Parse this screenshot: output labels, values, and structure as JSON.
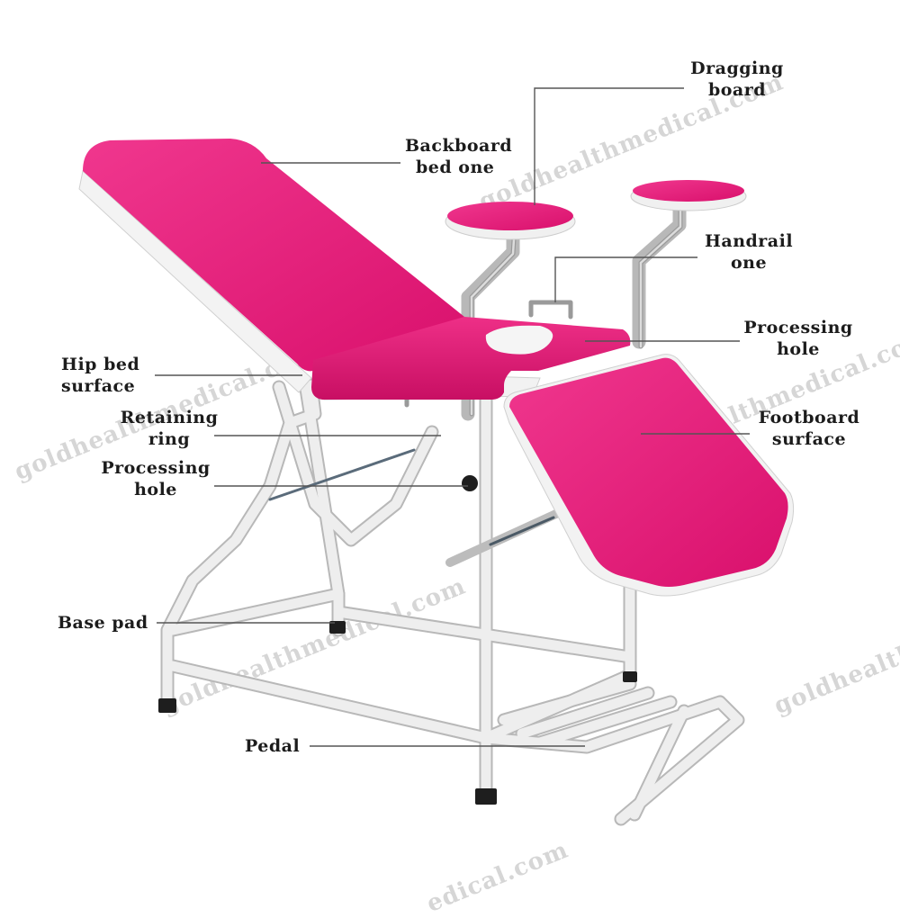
{
  "labels": {
    "dragging_board": [
      "Dragging",
      "board"
    ],
    "backboard": [
      "Backboard",
      "bed one"
    ],
    "handrail": [
      "Handrail",
      "one"
    ],
    "processing_hole_right": [
      "Processing",
      "hole"
    ],
    "hip_bed": [
      "Hip bed",
      "surface"
    ],
    "footboard": [
      "Footboard",
      "surface"
    ],
    "retaining_ring": [
      "Retaining",
      "ring"
    ],
    "processing_hole_left": [
      "Processing",
      "hole"
    ],
    "base_pad": "Base pad",
    "pedal": "Pedal"
  },
  "watermark": {
    "w1": "goldhealthmedical.com",
    "w2": "goldhealthmedical.com",
    "w3": "goldhealthmedical.com",
    "w4": "goldhealthmedical.com",
    "w5": "goldhealthme",
    "w6": "edical.com"
  },
  "colors": {
    "upholstery": "#e8197a",
    "upholstery_dark": "#b80f5c",
    "frame": "#ebebeb",
    "frame_edge": "#b5b5b5",
    "leader": "#555555"
  }
}
